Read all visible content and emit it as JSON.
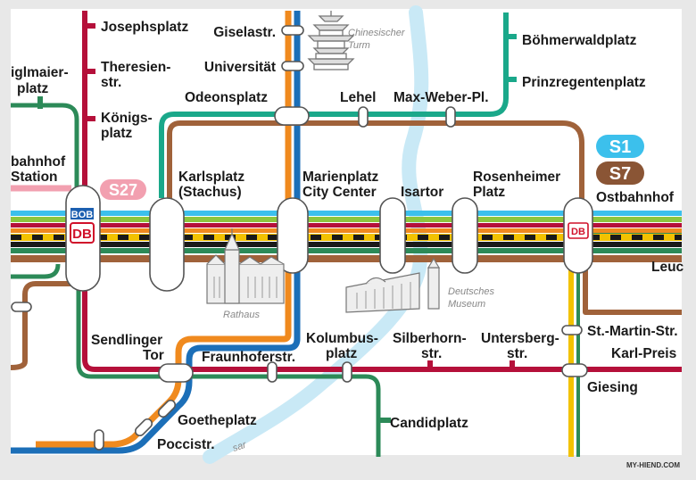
{
  "colors": {
    "red": "#b5103a",
    "orange": "#f08a1e",
    "blue": "#1c6fb8",
    "green": "#2c8a58",
    "teal": "#1aa88a",
    "brown": "#a0623a",
    "yellow": "#f2c200",
    "cyan": "#3cc0ec",
    "pink": "#f2a0b0",
    "river": "#c9e9f6"
  },
  "badges": {
    "s1": "S1",
    "s7": "S7",
    "s27": "S27",
    "bob": "BOB",
    "db": "DB"
  },
  "stations": {
    "josephsplatz": "Josephsplatz",
    "theresien_1": "Theresien-",
    "theresien_2": "str.",
    "koenigs_1": "Königs-",
    "koenigs_2": "platz",
    "giselastr": "Giselastr.",
    "universitaet": "Universität",
    "odeonsplatz": "Odeonsplatz",
    "lehel": "Lehel",
    "max_weber": "Max-Weber-Pl.",
    "boehmerwald": "Böhmerwaldplatz",
    "prinzregenten": "Prinzregentenplatz",
    "stigl_1": "iglmaier-",
    "stigl_2": "platz",
    "hbf_1": "bahnhof",
    "hbf_2": "Station",
    "karlsplatz_1": "Karlsplatz",
    "karlsplatz_2": "(Stachus)",
    "marienplatz_1": "Marienplatz",
    "marienplatz_2": "City Center",
    "isartor": "Isartor",
    "rosenheimer_1": "Rosenheimer",
    "rosenheimer_2": "Platz",
    "ostbahnhof": "Ostbahnhof",
    "leuchtenberg": "Leuc",
    "sendlinger_1": "Sendlinger",
    "sendlinger_2": "Tor",
    "fraunhofer": "Fraunhoferstr.",
    "kolumbus_1": "Kolumbus-",
    "kolumbus_2": "platz",
    "silberhorn_1": "Silberhorn-",
    "silberhorn_2": "str.",
    "untersberg_1": "Untersberg-",
    "untersberg_2": "str.",
    "st_martin": "St.-Martin-Str.",
    "karl_preis": "Karl-Preis",
    "giesing": "Giesing",
    "candidplatz": "Candidplatz",
    "goetheplatz": "Goetheplatz",
    "poccistr": "Poccistr."
  },
  "landmarks": {
    "turm_1": "Chinesischer",
    "turm_2": "Turm",
    "rathaus": "Rathaus",
    "museum_1": "Deutsches",
    "museum_2": "Museum"
  },
  "river_label": "sar",
  "watermark": "MY-HIEND.COM"
}
